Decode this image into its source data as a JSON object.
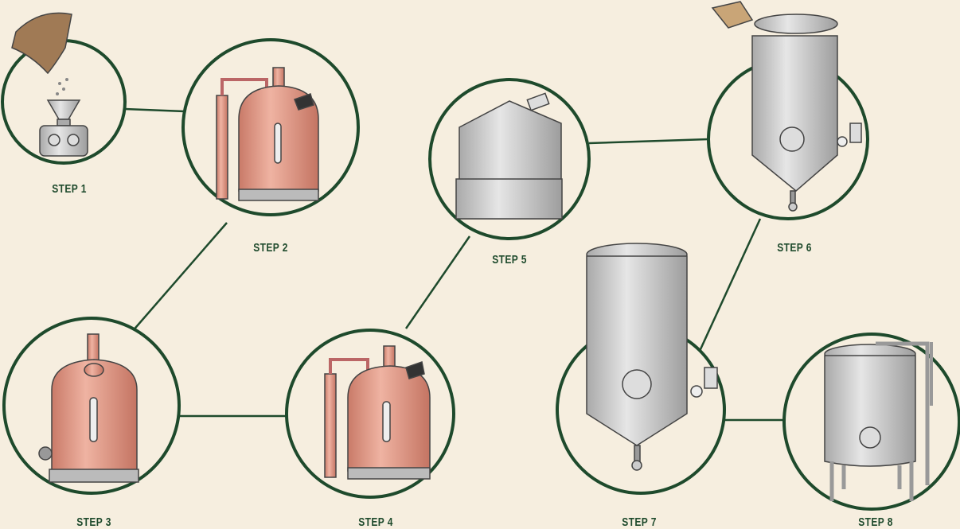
{
  "colors": {
    "background": "#f6eedf",
    "accent": "#1e4a2c",
    "copper": "#d98c7a",
    "steel": "#c9c9c9"
  },
  "steps": [
    {
      "label": "STEP 1",
      "icon": "grain-mill-icon"
    },
    {
      "label": "STEP 2",
      "icon": "mash-tun-icon"
    },
    {
      "label": "STEP 3",
      "icon": "lauter-tun-icon"
    },
    {
      "label": "STEP 4",
      "icon": "brew-kettle-icon"
    },
    {
      "label": "STEP 5",
      "icon": "whirlpool-tank-icon"
    },
    {
      "label": "STEP 6",
      "icon": "fermenter-with-yeast-icon"
    },
    {
      "label": "STEP 7",
      "icon": "conditioning-tank-icon"
    },
    {
      "label": "STEP 8",
      "icon": "bright-beer-tank-icon"
    }
  ]
}
